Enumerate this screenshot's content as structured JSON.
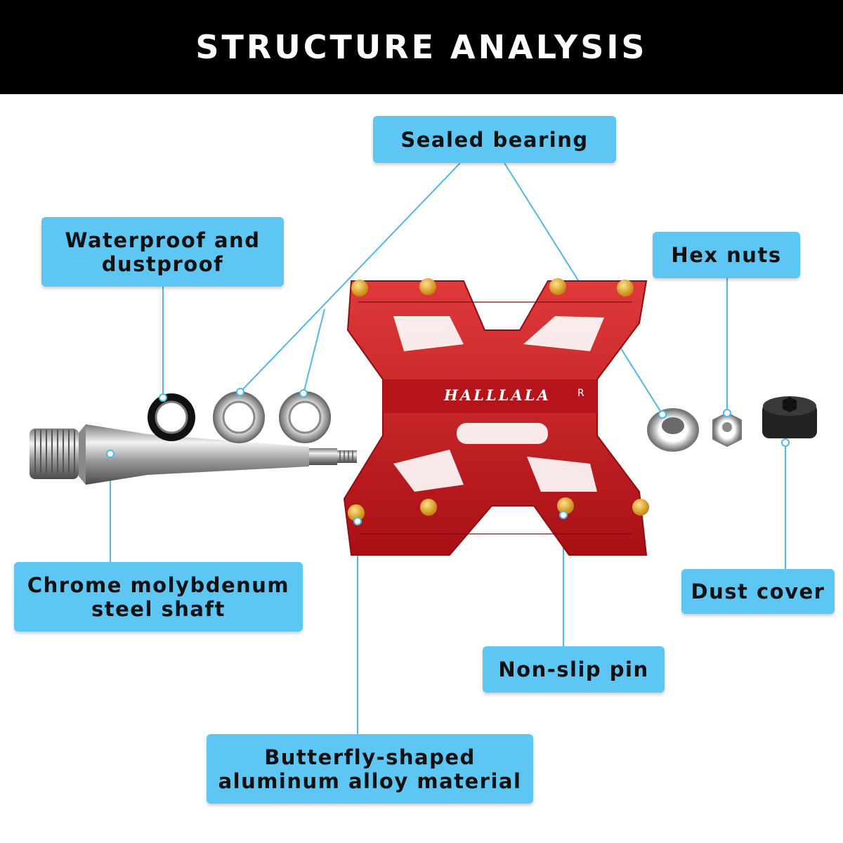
{
  "header": {
    "title": "STRUCTURE ANALYSIS"
  },
  "labels": {
    "sealed_bearing": "Sealed bearing",
    "waterproof_line1": "Waterproof and",
    "waterproof_line2": "dustproof",
    "hex_nuts": "Hex nuts",
    "chrome_line1": "Chrome molybdenum",
    "chrome_line2": "steel shaft",
    "dust_cover": "Dust cover",
    "non_slip_pin": "Non-slip pin",
    "butterfly_line1": "Butterfly-shaped",
    "butterfly_line2": "aluminum alloy material"
  },
  "pedal": {
    "brand": "HALLLALA",
    "mark": "R"
  },
  "colors": {
    "label_bg": "#5ec6f3",
    "pedal_red": "#c4161c",
    "pin_gold": "#e0a21a",
    "header_bg": "#000000"
  }
}
